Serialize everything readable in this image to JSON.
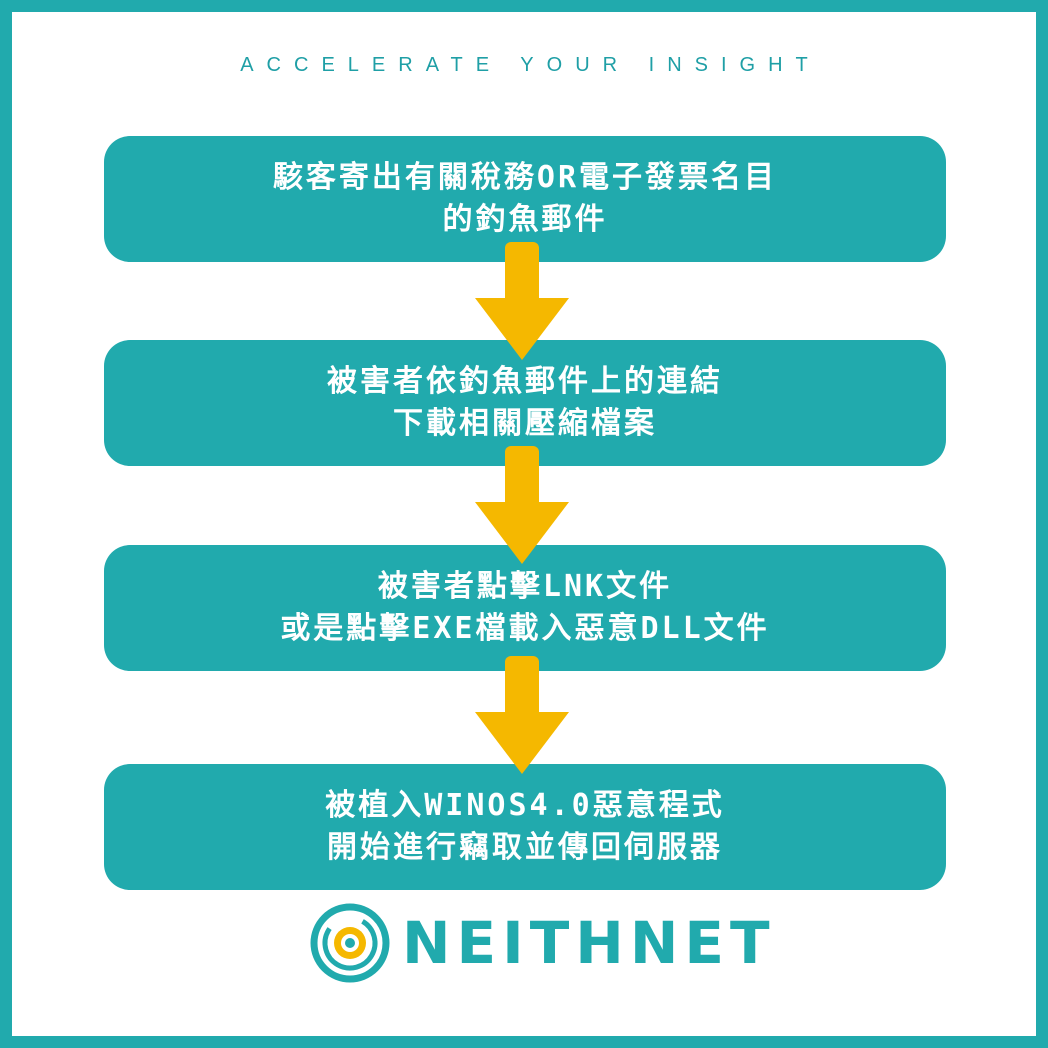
{
  "tagline": "ACCELERATE YOUR INSIGHT",
  "steps": [
    {
      "line1": "駭客寄出有關稅務OR電子發票名目",
      "line2": "的釣魚郵件"
    },
    {
      "line1": "被害者依釣魚郵件上的連結",
      "line2": "下載相關壓縮檔案"
    },
    {
      "line1": "被害者點擊LNK文件",
      "line2": "或是點擊EXE檔載入惡意DLL文件"
    },
    {
      "line1": "被植入WINOS4.0惡意程式",
      "line2": "開始進行竊取並傳回伺服器"
    }
  ],
  "logo": {
    "text": "NEITHNET",
    "icon": "eye-target-icon"
  },
  "colors": {
    "teal": "#21aaad",
    "arrow": "#f5b800",
    "background": "#ffffff",
    "text": "#ffffff"
  }
}
